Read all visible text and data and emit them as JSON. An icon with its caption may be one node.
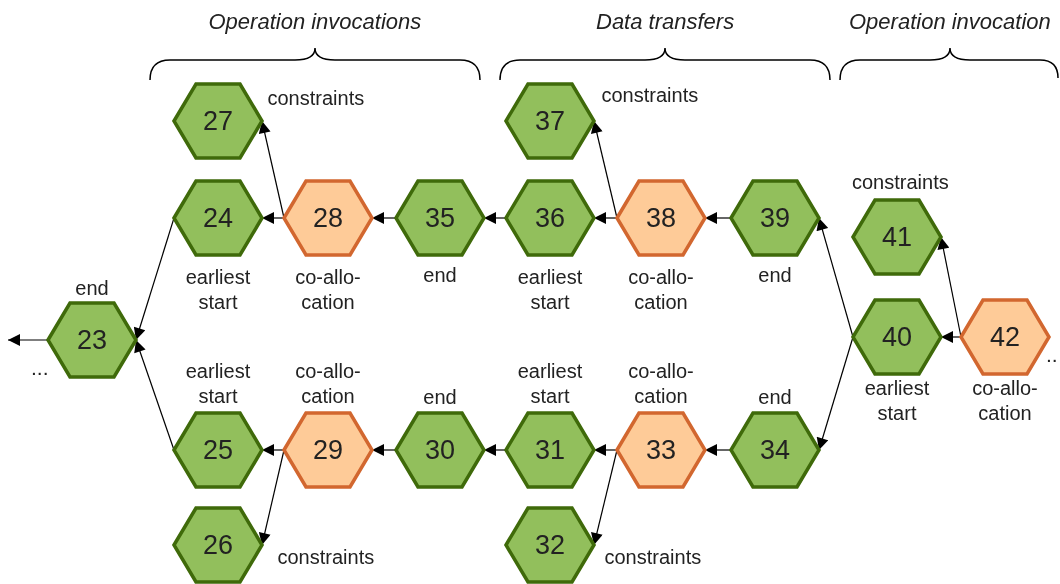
{
  "diagram": {
    "nodes": [
      {
        "text": [
          "23"
        ],
        "beside": [
          "end"
        ]
      },
      {
        "text": [
          "27"
        ],
        "beside": [
          "constraints"
        ]
      },
      {
        "text": [
          "24"
        ],
        "beside": [
          "earliest start"
        ]
      },
      {
        "text": [
          "28"
        ],
        "beside": [
          "co-allo- cation"
        ]
      },
      {
        "text": [
          "35"
        ],
        "beside": [
          "end"
        ]
      },
      {
        "text": [
          "37"
        ],
        "beside": [
          "constraints"
        ]
      },
      {
        "text": [
          "36"
        ],
        "beside": [
          "earliest start"
        ]
      },
      {
        "text": [
          "38"
        ],
        "beside": [
          "co-allo- cation"
        ]
      },
      {
        "text": [
          "39"
        ],
        "beside": [
          "end"
        ]
      },
      {
        "text": [
          "41"
        ],
        "beside": [
          "constraints"
        ]
      },
      {
        "text": [
          "40"
        ],
        "beside": [
          "earliest start"
        ]
      },
      {
        "text": [
          "42"
        ],
        "beside": [
          "co-allo- cation"
        ]
      },
      {
        "text": [
          "25"
        ],
        "beside": [
          "earliest start"
        ]
      },
      {
        "text": [
          "29"
        ],
        "beside": [
          "co-allo- cation"
        ]
      },
      {
        "text": [
          "30"
        ],
        "beside": [
          "end"
        ]
      },
      {
        "text": [
          "31"
        ],
        "beside": [
          "earliest start"
        ]
      },
      {
        "text": [
          "33"
        ],
        "beside": [
          "co-allo- cation"
        ]
      },
      {
        "text": [
          "34"
        ],
        "beside": [
          "end"
        ]
      },
      {
        "text": [
          "26"
        ],
        "beside": [
          "constraints"
        ]
      },
      {
        "text": [
          "32"
        ],
        "beside": [
          "constraints"
        ]
      }
    ],
    "edges": [
      {
        "from": 0,
        "to": null,
        "arrow": "to"
      },
      {
        "from": 2,
        "to": 0,
        "arrow": "to"
      },
      {
        "from": 12,
        "to": 0,
        "arrow": "to"
      },
      {
        "from": 3,
        "to": 2,
        "arrow": "to"
      },
      {
        "from": 3,
        "to": 1,
        "arrow": "to"
      },
      {
        "from": 4,
        "to": 3,
        "arrow": "to"
      },
      {
        "from": 6,
        "to": 4,
        "arrow": "to"
      },
      {
        "from": 7,
        "to": 6,
        "arrow": "to"
      },
      {
        "from": 7,
        "to": 5,
        "arrow": "to"
      },
      {
        "from": 8,
        "to": 7,
        "arrow": "to"
      },
      {
        "from": 10,
        "to": 8,
        "arrow": "to"
      },
      {
        "from": 10,
        "to": 17,
        "arrow": "to"
      },
      {
        "from": 11,
        "to": 10,
        "arrow": "to"
      },
      {
        "from": 11,
        "to": 9,
        "arrow": "to"
      },
      {
        "from": 13,
        "to": 12,
        "arrow": "to"
      },
      {
        "from": 13,
        "to": 18,
        "arrow": "to"
      },
      {
        "from": 14,
        "to": 13,
        "arrow": "to"
      },
      {
        "from": 15,
        "to": 14,
        "arrow": "to"
      },
      {
        "from": 16,
        "to": 15,
        "arrow": "to"
      },
      {
        "from": 16,
        "to": 19,
        "arrow": "to"
      },
      {
        "from": 17,
        "to": 16,
        "arrow": "to"
      }
    ],
    "labels": [
      "Operation invocations",
      "Data transfers",
      "Operation invocation",
      "...",
      ".."
    ]
  }
}
